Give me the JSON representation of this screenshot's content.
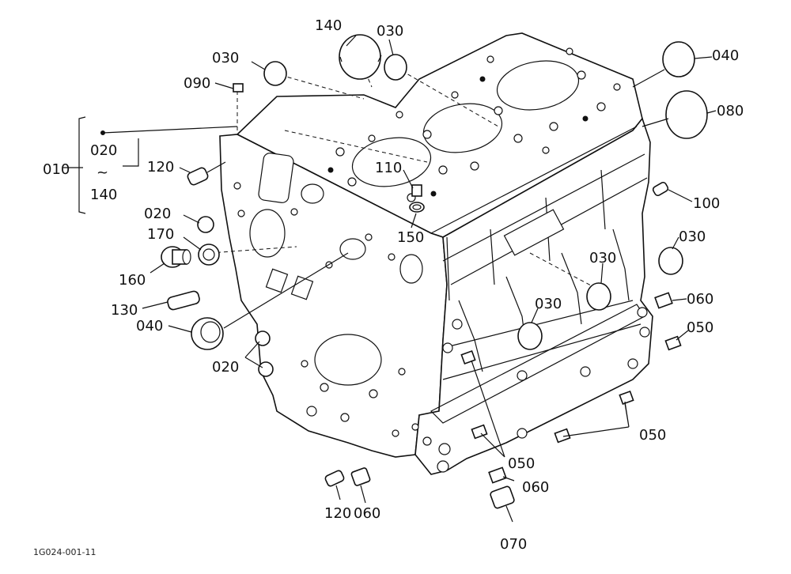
{
  "callouts": {
    "c010": "010",
    "c020_range_top": "020",
    "c_tilde": "~",
    "c140_range_bottom": "140",
    "c140": "140",
    "c030_top": "030",
    "c030_left": "030",
    "c090": "090",
    "c120_left": "120",
    "c110": "110",
    "c150": "150",
    "c020_a": "020",
    "c170": "170",
    "c160": "160",
    "c130": "130",
    "c040_left": "040",
    "c020_b": "020",
    "c040_right": "040",
    "c080": "080",
    "c100": "100",
    "c030_r1": "030",
    "c030_r2": "030",
    "c030_r3": "030",
    "c060_r": "060",
    "c050_r1": "050",
    "c050_r2": "050",
    "c050_r3": "050",
    "c060_b": "060",
    "c120_b": "120",
    "c060_bl": "060",
    "c070": "070"
  },
  "figure_code": "1G024-001-11"
}
